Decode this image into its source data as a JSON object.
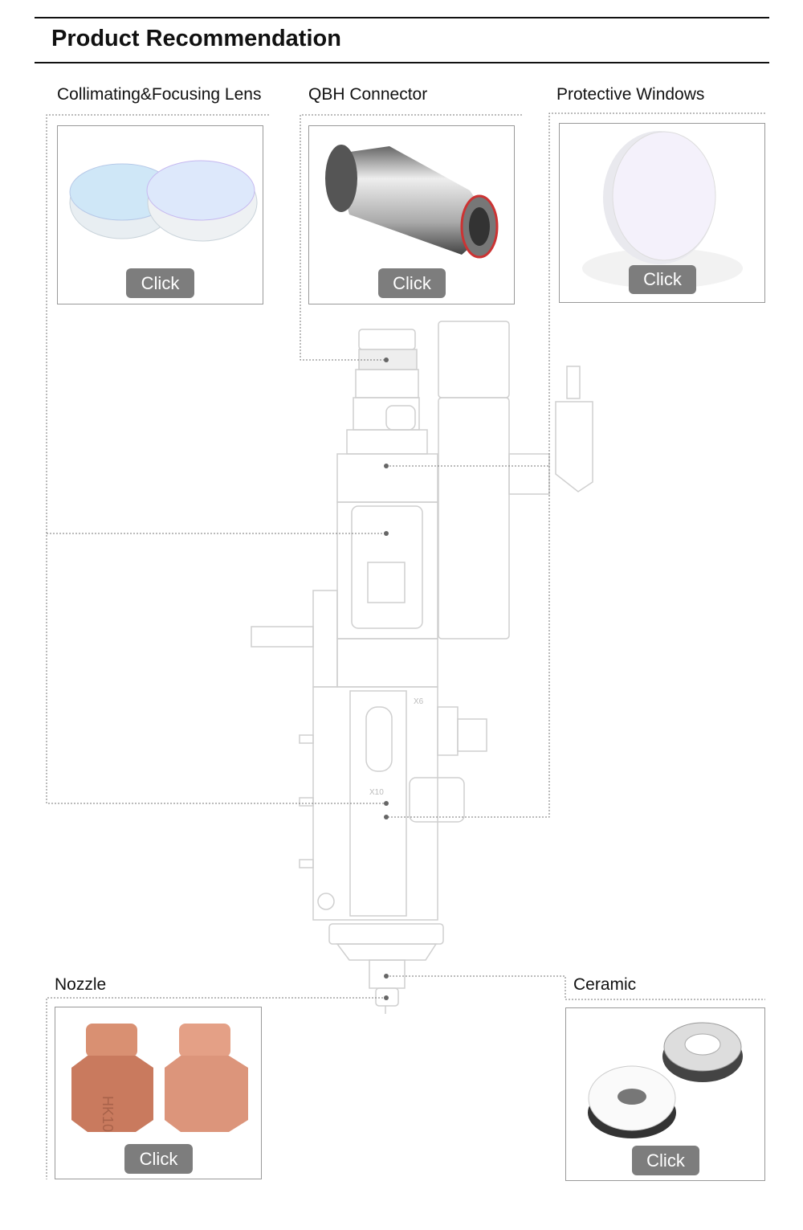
{
  "header": {
    "title": "Product Recommendation"
  },
  "products": [
    {
      "name": "Collimating&Focusing Lens",
      "button": "Click"
    },
    {
      "name": "QBH Connector",
      "button": "Click"
    },
    {
      "name": "Protective Windows",
      "button": "Click"
    },
    {
      "name": "Nozzle",
      "button": "Click"
    },
    {
      "name": "Ceramic",
      "button": "Click"
    }
  ],
  "diagram": {
    "labels": [
      "X6",
      "X10"
    ],
    "nozzle_marking": "HK10"
  },
  "colors": {
    "button": "#7d7d7d",
    "copper": "#d9866a",
    "line": "#cccccc"
  }
}
